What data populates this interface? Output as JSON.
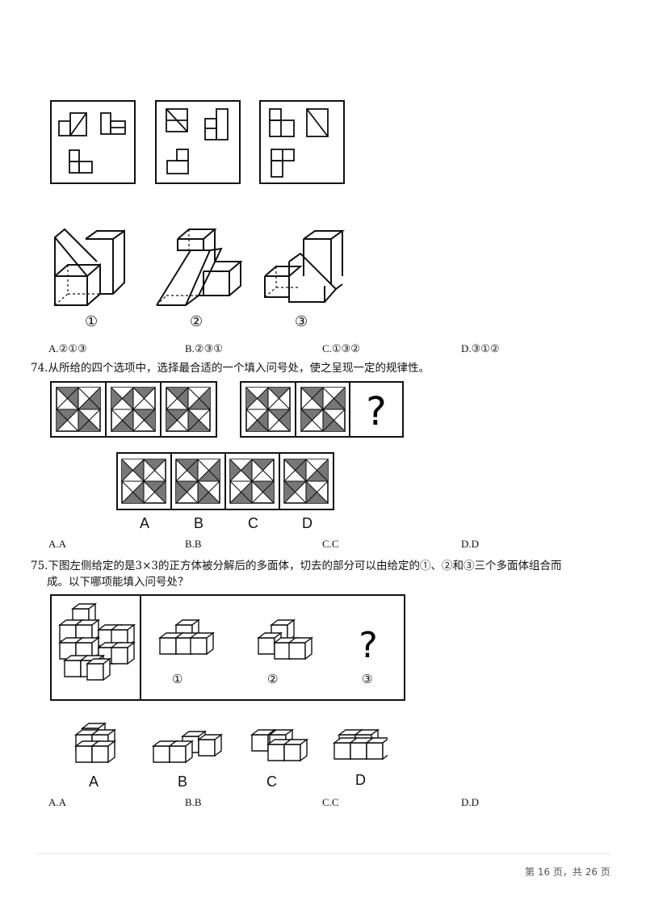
{
  "q73": {
    "solid_labels": [
      "①",
      "②",
      "③"
    ],
    "options": [
      "A.②①③",
      "B.②③①",
      "C.①③②",
      "D.③①②"
    ]
  },
  "q74": {
    "number": "74.",
    "question": "从所给的四个选项中，选择最合适的一个填入问号处，使之呈现一定的规律性。",
    "question_mark": "?",
    "choice_labels": [
      "A",
      "B",
      "C",
      "D"
    ],
    "options": [
      "A.A",
      "B.B",
      "C.C",
      "D.D"
    ]
  },
  "q75": {
    "number": "75.",
    "question_line1": "下图左侧给定的是3×3的正方体被分解后的多面体，切去的部分可以由给定的①、②和③三个多面体组合而",
    "question_line2": "成。以下哪项能填入问号处？",
    "part_labels": [
      "①",
      "②",
      "③"
    ],
    "question_mark": "?",
    "choice_labels": [
      "A",
      "B",
      "C",
      "D"
    ],
    "options": [
      "A.A",
      "B.B",
      "C.C",
      "D.D"
    ]
  },
  "footer": {
    "page_text": "第 16 页，共 26 页"
  }
}
